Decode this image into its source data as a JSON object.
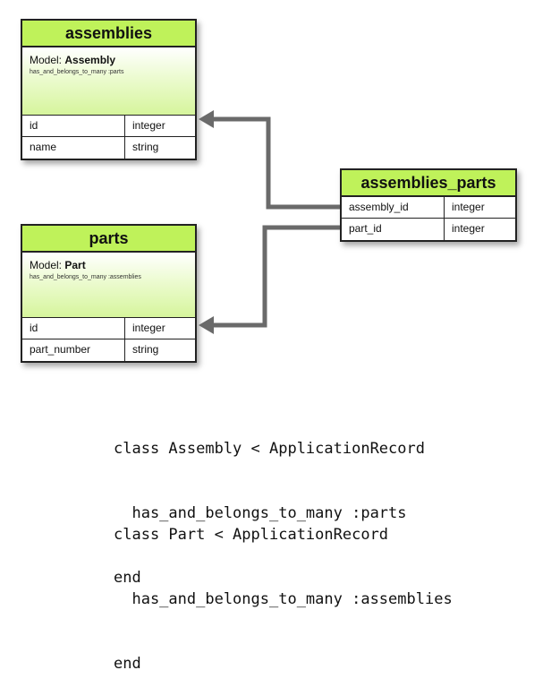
{
  "tables": {
    "assemblies": {
      "title": "assemblies",
      "model_label": "Model: ",
      "model_name": "Assembly",
      "association": "has_and_belongs_to_many :parts",
      "rows": [
        {
          "name": "id",
          "type": "integer"
        },
        {
          "name": "name",
          "type": "string"
        }
      ]
    },
    "parts": {
      "title": "parts",
      "model_label": "Model: ",
      "model_name": "Part",
      "association": "has_and_belongs_to_many :assemblies",
      "rows": [
        {
          "name": "id",
          "type": "integer"
        },
        {
          "name": "part_number",
          "type": "string"
        }
      ]
    },
    "assemblies_parts": {
      "title": "assemblies_parts",
      "rows": [
        {
          "name": "assembly_id",
          "type": "integer"
        },
        {
          "name": "part_id",
          "type": "integer"
        }
      ]
    }
  },
  "code": {
    "block1": [
      "class Assembly < ApplicationRecord",
      "  has_and_belongs_to_many :parts",
      "end"
    ],
    "block2": [
      "class Part < ApplicationRecord",
      "  has_and_belongs_to_many :assemblies",
      "end"
    ]
  },
  "colors": {
    "header_green": "#bff25a",
    "arrow_gray": "#6a6a6a"
  }
}
